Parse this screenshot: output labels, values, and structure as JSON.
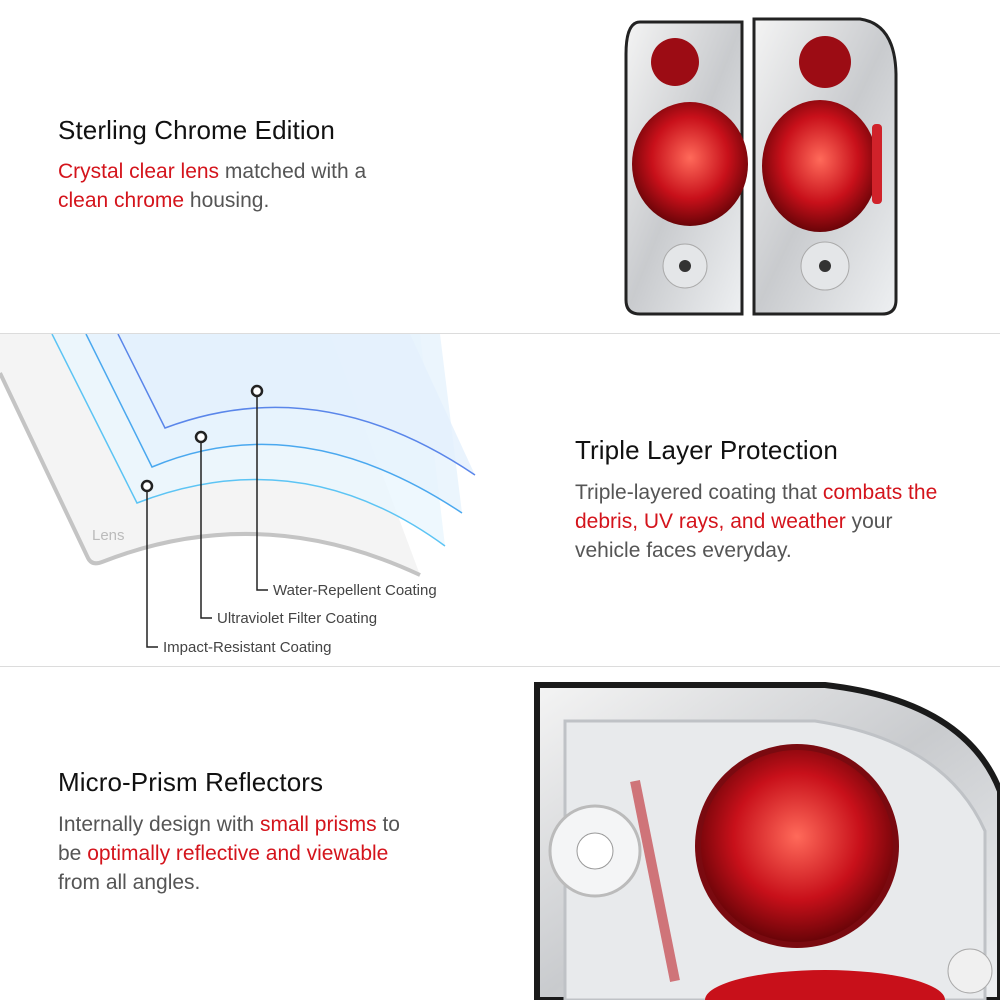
{
  "sections": [
    {
      "title": "Sterling Chrome Edition",
      "body": [
        {
          "text": "Crystal clear lens",
          "red": true
        },
        {
          "text": " matched with a ",
          "red": false
        },
        {
          "text": "clean chrome",
          "red": true
        },
        {
          "text": " housing.",
          "red": false
        }
      ]
    },
    {
      "title": "Triple Layer Protection",
      "body": [
        {
          "text": "Triple-layered coating that ",
          "red": false
        },
        {
          "text": "combats the debris, UV rays, and weather",
          "red": true
        },
        {
          "text": " your vehicle faces everyday.",
          "red": false
        }
      ]
    },
    {
      "title": "Micro-Prism Reflectors",
      "body": [
        {
          "text": "Internally design with ",
          "red": false
        },
        {
          "text": "small prisms",
          "red": true
        },
        {
          "text": " to be ",
          "red": false
        },
        {
          "text": "optimally reflective and viewable",
          "red": true
        },
        {
          "text": " from all angles.",
          "red": false
        }
      ]
    }
  ],
  "diagram": {
    "lens_label": "Lens",
    "layers": [
      "Water-Repellent Coating",
      "Ultraviolet Filter Coating",
      "Impact-Resistant Coating"
    ]
  },
  "colors": {
    "accent_red": "#d4141c",
    "text": "#555555",
    "title": "#111111"
  }
}
